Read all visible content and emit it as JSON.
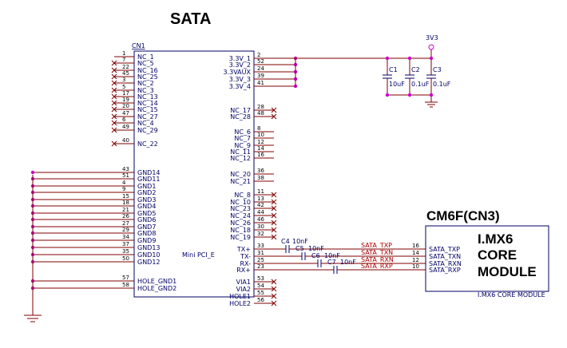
{
  "title": "SATA",
  "connector": {
    "ref": "CN1",
    "part": "Mini PCI_E",
    "left_pins": [
      {
        "num": "1",
        "name": "NC_1",
        "nc": false
      },
      {
        "num": "7",
        "name": "NC_5",
        "nc": true
      },
      {
        "num": "22",
        "name": "NC_16",
        "nc": true
      },
      {
        "num": "45",
        "name": "NC_25",
        "nc": true
      },
      {
        "num": "3",
        "name": "NC_2",
        "nc": true
      },
      {
        "num": "5",
        "name": "NC_3",
        "nc": true
      },
      {
        "num": "17",
        "name": "NC_13",
        "nc": true
      },
      {
        "num": "19",
        "name": "NC_14",
        "nc": true
      },
      {
        "num": "20",
        "name": "NC_15",
        "nc": true
      },
      {
        "num": "47",
        "name": "NC_27",
        "nc": true
      },
      {
        "num": "6",
        "name": "NC_4",
        "nc": true
      },
      {
        "num": "49",
        "name": "NC_29",
        "nc": true
      },
      {
        "num": "40",
        "name": "NC_22",
        "nc": true
      },
      {
        "num": "43",
        "name": "GND14",
        "nc": false
      },
      {
        "num": "51",
        "name": "GND11",
        "nc": false
      },
      {
        "num": "4",
        "name": "GND1",
        "nc": false
      },
      {
        "num": "9",
        "name": "GND2",
        "nc": false
      },
      {
        "num": "15",
        "name": "GND3",
        "nc": false
      },
      {
        "num": "18",
        "name": "GND4",
        "nc": false
      },
      {
        "num": "21",
        "name": "GND5",
        "nc": false
      },
      {
        "num": "26",
        "name": "GND6",
        "nc": false
      },
      {
        "num": "27",
        "name": "GND7",
        "nc": false
      },
      {
        "num": "29",
        "name": "GND8",
        "nc": false
      },
      {
        "num": "34",
        "name": "GND9",
        "nc": false
      },
      {
        "num": "37",
        "name": "GND13",
        "nc": false
      },
      {
        "num": "35",
        "name": "GND10",
        "nc": false
      },
      {
        "num": "50",
        "name": "GND12",
        "nc": false
      },
      {
        "num": "57",
        "name": "HOLE_GND1",
        "nc": false
      },
      {
        "num": "58",
        "name": "HOLE_GND2",
        "nc": false
      }
    ],
    "right_pins": [
      {
        "num": "2",
        "name": "3.3V_1",
        "nc": false
      },
      {
        "num": "52",
        "name": "3.3V_2",
        "nc": false
      },
      {
        "num": "24",
        "name": "3.3VAUX",
        "nc": false
      },
      {
        "num": "39",
        "name": "3.3V_3",
        "nc": false
      },
      {
        "num": "41",
        "name": "3.3V_4",
        "nc": false
      },
      {
        "num": "28",
        "name": "NC_17",
        "nc": true
      },
      {
        "num": "48",
        "name": "NC_28",
        "nc": true
      },
      {
        "num": "8",
        "name": "NC_6",
        "nc": false
      },
      {
        "num": "10",
        "name": "NC_7",
        "nc": false
      },
      {
        "num": "12",
        "name": "NC_9",
        "nc": false
      },
      {
        "num": "14",
        "name": "NC_11",
        "nc": false
      },
      {
        "num": "16",
        "name": "NC_12",
        "nc": false
      },
      {
        "num": "36",
        "name": "NC_20",
        "nc": false
      },
      {
        "num": "38",
        "name": "NC_21",
        "nc": false
      },
      {
        "num": "11",
        "name": "NC_8",
        "nc": true
      },
      {
        "num": "13",
        "name": "NC_10",
        "nc": true
      },
      {
        "num": "42",
        "name": "NC_23",
        "nc": true
      },
      {
        "num": "44",
        "name": "NC_24",
        "nc": true
      },
      {
        "num": "46",
        "name": "NC_26",
        "nc": true
      },
      {
        "num": "30",
        "name": "NC_18",
        "nc": true
      },
      {
        "num": "32",
        "name": "NC_19",
        "nc": true
      },
      {
        "num": "33",
        "name": "TX+",
        "nc": false
      },
      {
        "num": "31",
        "name": "TX-",
        "nc": false
      },
      {
        "num": "25",
        "name": "RX-",
        "nc": false
      },
      {
        "num": "23",
        "name": "RX+",
        "nc": false
      },
      {
        "num": "53",
        "name": "VIA1",
        "nc": true
      },
      {
        "num": "54",
        "name": "VIA2",
        "nc": true
      },
      {
        "num": "55",
        "name": "HOLE1",
        "nc": true
      },
      {
        "num": "56",
        "name": "HOLE2",
        "nc": true
      }
    ]
  },
  "power": {
    "label": "3V3"
  },
  "power_caps": [
    {
      "ref": "C1",
      "value": "10uF"
    },
    {
      "ref": "C2",
      "value": "0.1uF"
    },
    {
      "ref": "C3",
      "value": "0.1uF"
    }
  ],
  "coupling_caps": [
    {
      "ref": "C4",
      "value": "10nF",
      "net": "SATA_TXP"
    },
    {
      "ref": "C5",
      "value": "10nF",
      "net": "SATA_TXN"
    },
    {
      "ref": "C6",
      "value": "10nF",
      "net": "SATA_RXN"
    },
    {
      "ref": "C7",
      "value": "10nF",
      "net": "SATA_RXP"
    }
  ],
  "module": {
    "header": "CM6F(CN3)",
    "title_lines": [
      "I.MX6",
      "CORE",
      "MODULE"
    ],
    "footer": "I.MX6 CORE MODULE",
    "pins": [
      {
        "num": "16",
        "name": "SATA_TXP"
      },
      {
        "num": "14",
        "name": "SATA_TXN"
      },
      {
        "num": "12",
        "name": "SATA_RXN"
      },
      {
        "num": "10",
        "name": "SATA_RXP"
      }
    ]
  },
  "colors": {
    "wire": "#800000",
    "body": "#000066",
    "junction": "#cc00cc",
    "net_label": "#aa0000"
  }
}
